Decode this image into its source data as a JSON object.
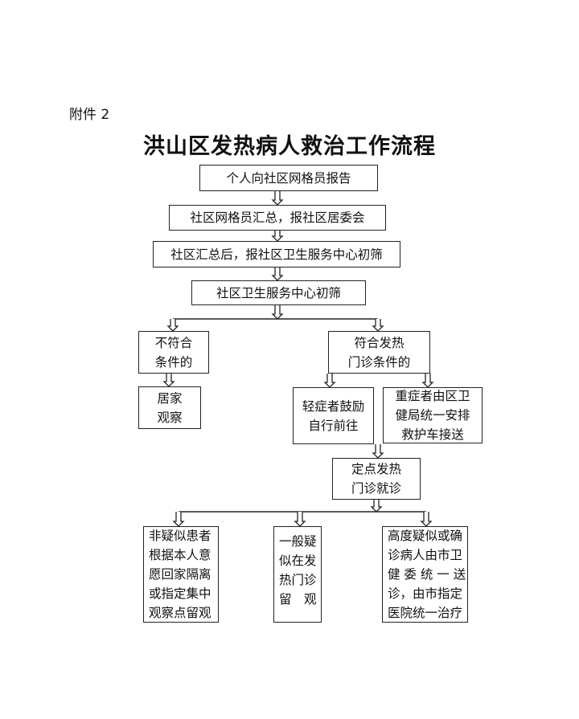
{
  "header": {
    "attachment": "附件 2",
    "title": "洪山区发热病人救治工作流程"
  },
  "flow": {
    "step1": "个人向社区网格员报告",
    "step2": "社区网格员汇总，报社区居委会",
    "step3": "社区汇总后，报社区卫生服务中心初筛",
    "step4": "社区卫生服务中心初筛",
    "not_eligible": [
      "不符合",
      "条件的"
    ],
    "home_observe": [
      "居家",
      "观察"
    ],
    "eligible": [
      "符合发热",
      "门诊条件的"
    ],
    "mild": [
      "轻症者鼓励",
      "自行前往"
    ],
    "severe": [
      "重症者由区卫",
      "健局统一安排",
      "救护车接送"
    ],
    "designated": [
      "定点发热",
      "门诊就诊"
    ],
    "non_suspected": [
      "非疑似患者",
      "根据本人意",
      "愿回家隔离",
      "或指定集中",
      "观察点留观"
    ],
    "general_suspected": [
      "一般疑",
      "似在发",
      "热门诊",
      "留　观"
    ],
    "highly_suspected": [
      "高度疑似或确",
      "诊病人由市卫",
      "健 委 统 一 送",
      "诊，由市指定",
      "医院统一治疗"
    ]
  }
}
